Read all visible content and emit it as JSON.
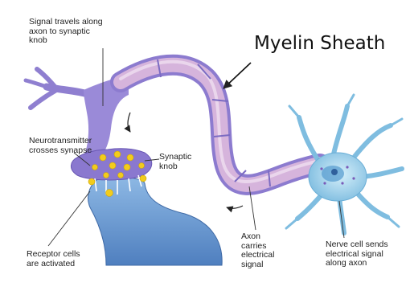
{
  "figure": {
    "labels": {
      "signal_travels": [
        "Signal travels along",
        "axon to synaptic",
        "knob"
      ],
      "myelin_sheath": "Myelin Sheath",
      "neurotransmitter": [
        "Neurotransmitter",
        "crosses synapse"
      ],
      "synaptic_knob": [
        "Synaptic",
        "knob"
      ],
      "receptor_cells": [
        "Receptor cells",
        "are activated"
      ],
      "axon": [
        "Axon",
        "carries",
        "electrical",
        "signal"
      ],
      "nerve_cell": [
        "Nerve cell sends",
        "electrical signal",
        "along axon"
      ]
    },
    "colors": {
      "neuron_purple": "#9a8ad8",
      "neuron_dark": "#6c5bb8",
      "myelin_pink": "#d8b6dc",
      "receptor_blue": "#6f9fd3",
      "cell_blue": "#8fc9e6",
      "neurotransmitter_yellow": "#f2cc1c"
    }
  }
}
